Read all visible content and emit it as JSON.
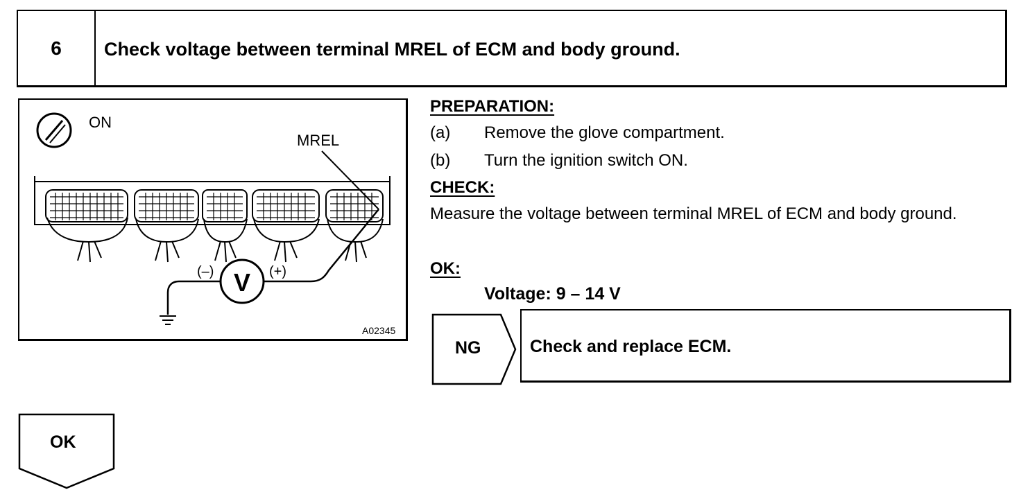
{
  "step": {
    "number": "6",
    "title": "Check voltage between terminal MREL of ECM and body ground."
  },
  "diagram": {
    "ignition_label": "ON",
    "terminal_label": "MREL",
    "meter_symbol": "V",
    "negative_label": "(–)",
    "positive_label": "(+)",
    "figure_code": "A02345",
    "icons": [
      "ignition-switch-icon",
      "voltmeter-icon",
      "ground-icon",
      "ecm-connector-icon"
    ]
  },
  "preparation": {
    "heading": "PREPARATION:",
    "items": [
      {
        "marker": "(a)",
        "text": "Remove the glove compartment."
      },
      {
        "marker": "(b)",
        "text": "Turn the ignition switch ON."
      }
    ]
  },
  "check": {
    "heading": "CHECK:",
    "text": "Measure the voltage between terminal MREL of ECM and body ground."
  },
  "ok_spec": {
    "heading": "OK:",
    "value": "Voltage: 9 – 14 V"
  },
  "ng_branch": {
    "label": "NG",
    "result": "Check and replace ECM."
  },
  "ok_branch": {
    "label": "OK"
  }
}
